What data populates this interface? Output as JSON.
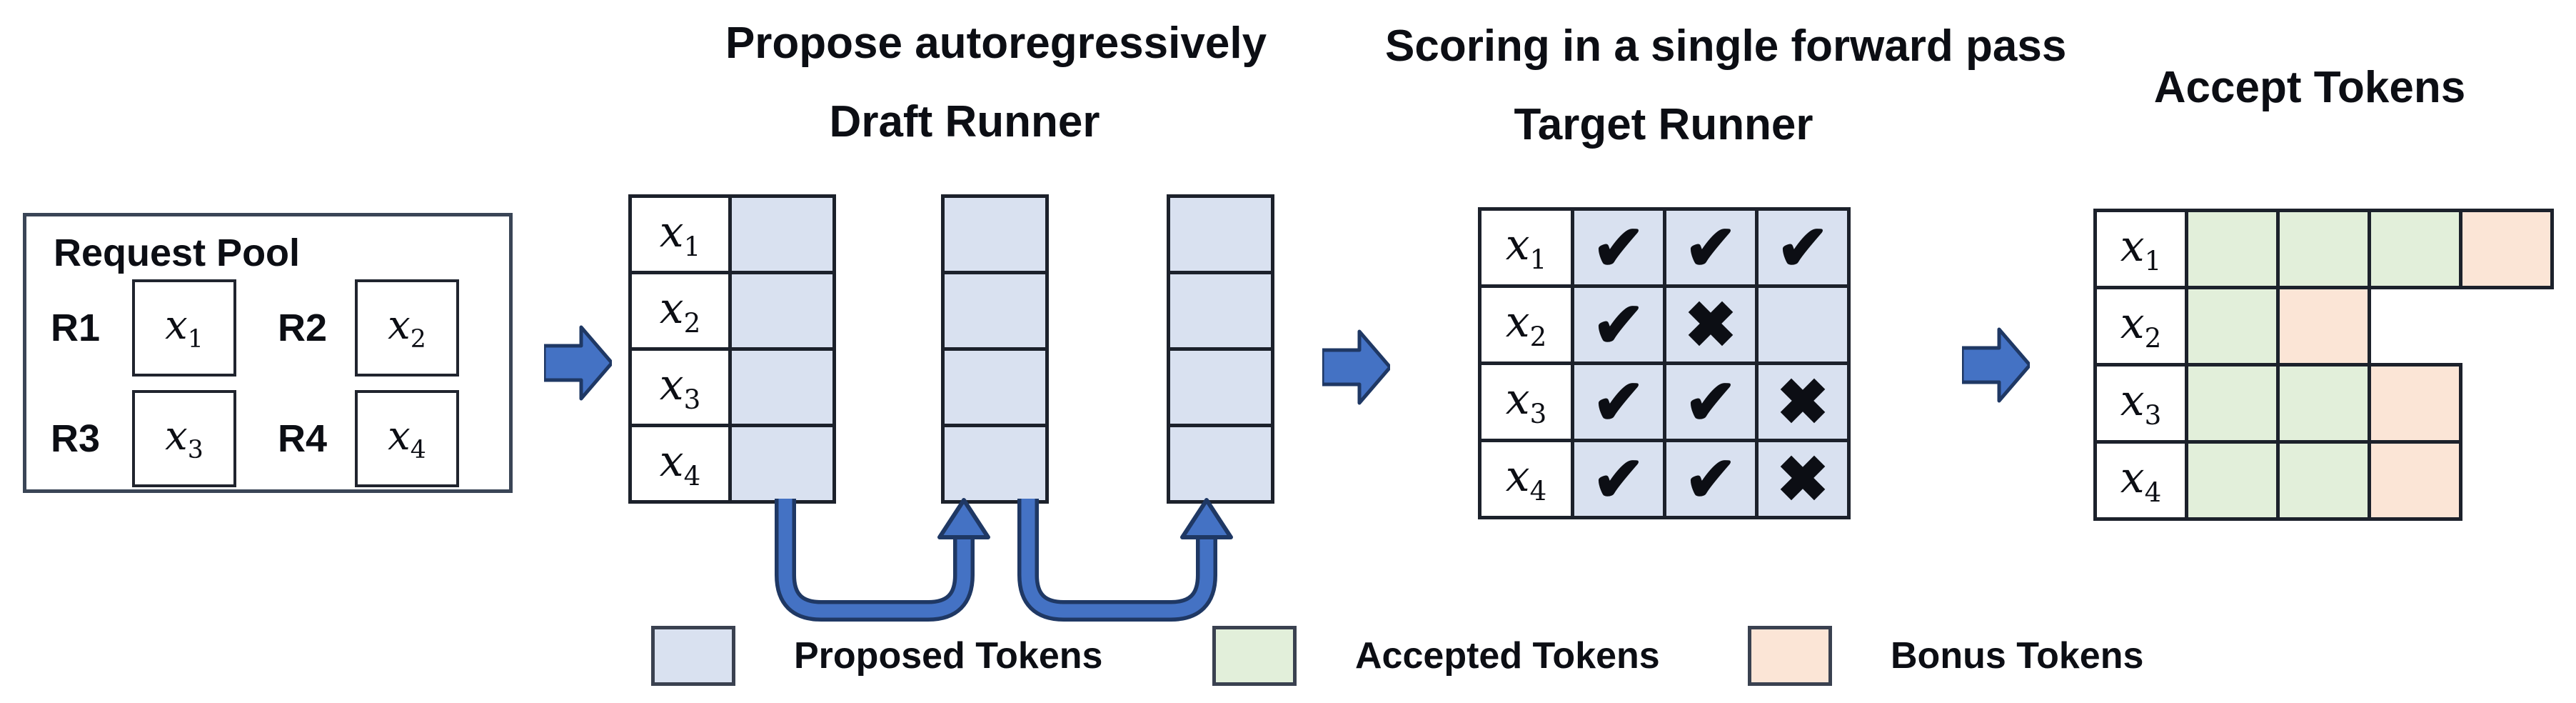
{
  "titles": {
    "propose": "Propose autoregressively",
    "draft_runner": "Draft Runner",
    "scoring": "Scoring in a single forward pass",
    "target_runner": "Target Runner",
    "accept": "Accept Tokens"
  },
  "request_pool": {
    "title": "Request Pool",
    "requests": [
      {
        "id": "R1",
        "token": "x",
        "sub": "1"
      },
      {
        "id": "R2",
        "token": "x",
        "sub": "2"
      },
      {
        "id": "R3",
        "token": "x",
        "sub": "3"
      },
      {
        "id": "R4",
        "token": "x",
        "sub": "4"
      }
    ]
  },
  "draft_runner": {
    "rows": [
      {
        "label": "x",
        "sub": "1"
      },
      {
        "label": "x",
        "sub": "2"
      },
      {
        "label": "x",
        "sub": "3"
      },
      {
        "label": "x",
        "sub": "4"
      }
    ],
    "extra_columns": 2,
    "cells_per_column": 4
  },
  "target_runner": {
    "rows": [
      {
        "label": "x",
        "sub": "1",
        "marks": [
          "check",
          "check",
          "check"
        ]
      },
      {
        "label": "x",
        "sub": "2",
        "marks": [
          "check",
          "cross",
          "none"
        ]
      },
      {
        "label": "x",
        "sub": "3",
        "marks": [
          "check",
          "check",
          "cross"
        ]
      },
      {
        "label": "x",
        "sub": "4",
        "marks": [
          "check",
          "check",
          "cross"
        ]
      }
    ]
  },
  "accept_tokens": {
    "rows": [
      {
        "label": "x",
        "sub": "1",
        "cells": [
          "accepted",
          "accepted",
          "accepted",
          "bonus"
        ]
      },
      {
        "label": "x",
        "sub": "2",
        "cells": [
          "accepted",
          "bonus"
        ]
      },
      {
        "label": "x",
        "sub": "3",
        "cells": [
          "accepted",
          "accepted",
          "bonus"
        ]
      },
      {
        "label": "x",
        "sub": "4",
        "cells": [
          "accepted",
          "accepted",
          "bonus"
        ]
      }
    ]
  },
  "legend": [
    {
      "key": "proposed",
      "label": "Proposed Tokens",
      "color": "#d9e1f0"
    },
    {
      "key": "accepted",
      "label": "Accepted Tokens",
      "color": "#e2efda"
    },
    {
      "key": "bonus",
      "label": "Bonus Tokens",
      "color": "#fbe5d6"
    }
  ],
  "icons": {
    "check-icon": "✔",
    "cross-icon": "✖",
    "none-icon": ""
  },
  "colors": {
    "proposed": "#d9e1f0",
    "accepted": "#e2efda",
    "bonus": "#fbe5d6",
    "arrow_fill": "#4472c4",
    "arrow_outline": "#1f3864",
    "grid_border": "#1c212b"
  }
}
